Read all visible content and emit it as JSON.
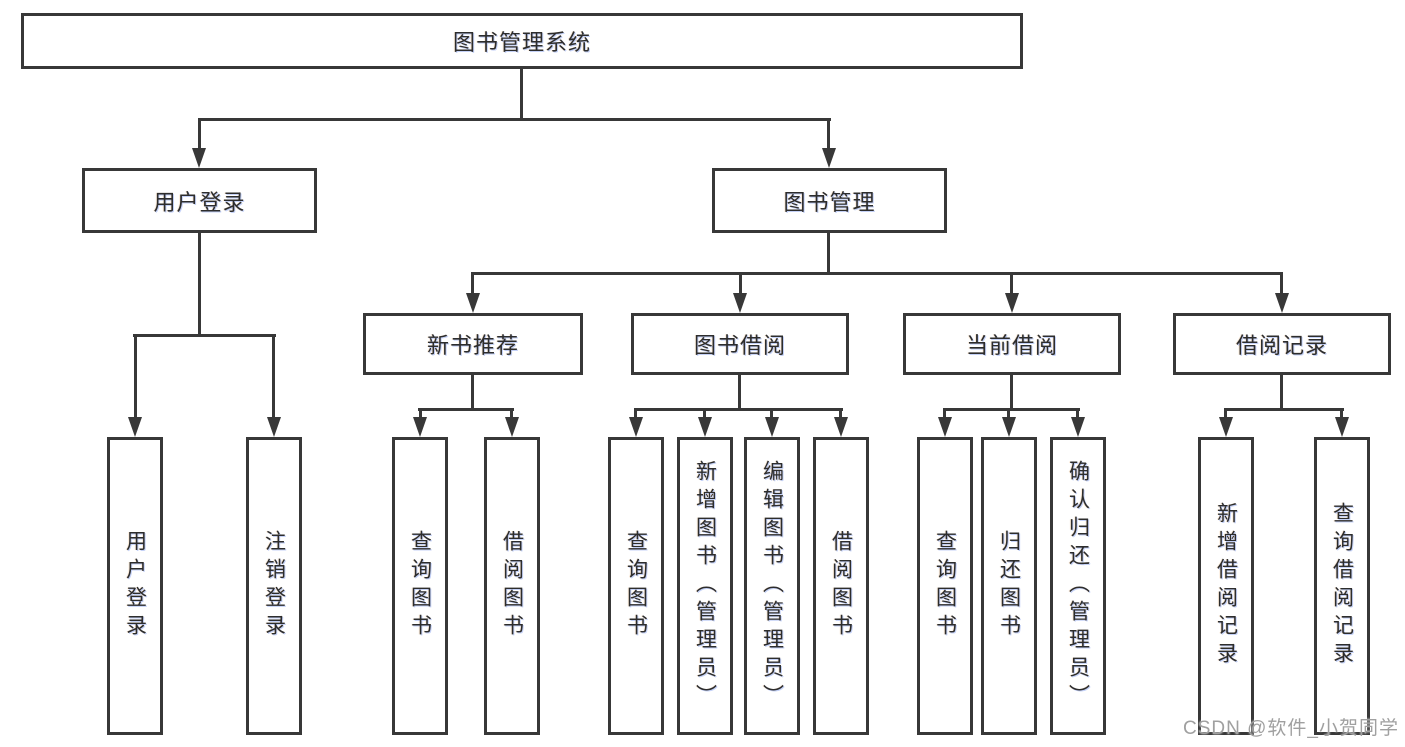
{
  "watermark": "CSDN @软件_小贺同学",
  "colors": {
    "line": "#383838",
    "text": "#2d2d2d",
    "watermark": "#a0a0a0",
    "background": "#ffffff"
  },
  "tree": {
    "label": "图书管理系统",
    "children": [
      {
        "label": "用户登录",
        "children": [
          {
            "label": "用户登录"
          },
          {
            "label": "注销登录"
          }
        ]
      },
      {
        "label": "图书管理",
        "children": [
          {
            "label": "新书推荐",
            "children": [
              {
                "label": "查询图书"
              },
              {
                "label": "借阅图书"
              }
            ]
          },
          {
            "label": "图书借阅",
            "children": [
              {
                "label": "查询图书"
              },
              {
                "label": "新增图书（管理员）"
              },
              {
                "label": "编辑图书（管理员）"
              },
              {
                "label": "借阅图书"
              }
            ]
          },
          {
            "label": "当前借阅",
            "children": [
              {
                "label": "查询图书"
              },
              {
                "label": "归还图书"
              },
              {
                "label": "确认归还（管理员）"
              }
            ]
          },
          {
            "label": "借阅记录",
            "children": [
              {
                "label": "新增借阅记录"
              },
              {
                "label": "查询借阅记录"
              }
            ]
          }
        ]
      }
    ]
  }
}
